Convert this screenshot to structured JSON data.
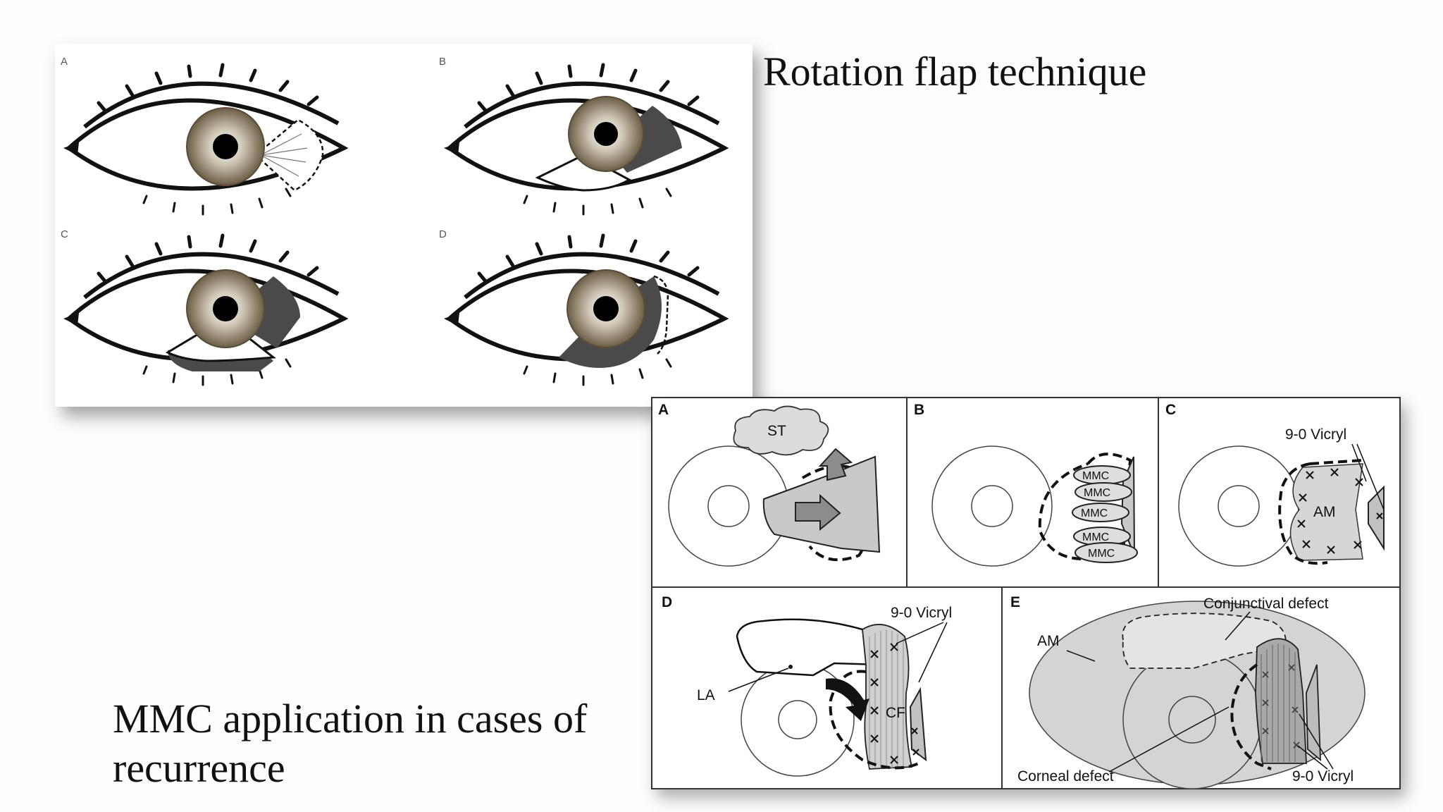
{
  "slide": {
    "title": "Rotation flap technique",
    "caption_line1": "MMC application in cases of",
    "caption_line2": "recurrence"
  },
  "eye_figure": {
    "panel_labels": [
      "A",
      "B",
      "C",
      "D"
    ]
  },
  "mmc_figure": {
    "panel_labels": [
      "A",
      "B",
      "C",
      "D",
      "E"
    ],
    "labels": {
      "st": "ST",
      "mmc": "MMC",
      "vicryl": "9-0 Vicryl",
      "am": "AM",
      "la": "LA",
      "cf": "CF",
      "conjunctival_defect": "Conjunctival defect",
      "corneal_defect": "Corneal defect"
    }
  },
  "colors": {
    "iris_dark": "#6b5d45",
    "iris_light": "#ffffff",
    "flap_dark": "#4a4a4a",
    "graft_gray": "#c8c8c8",
    "stroke": "#111111"
  }
}
